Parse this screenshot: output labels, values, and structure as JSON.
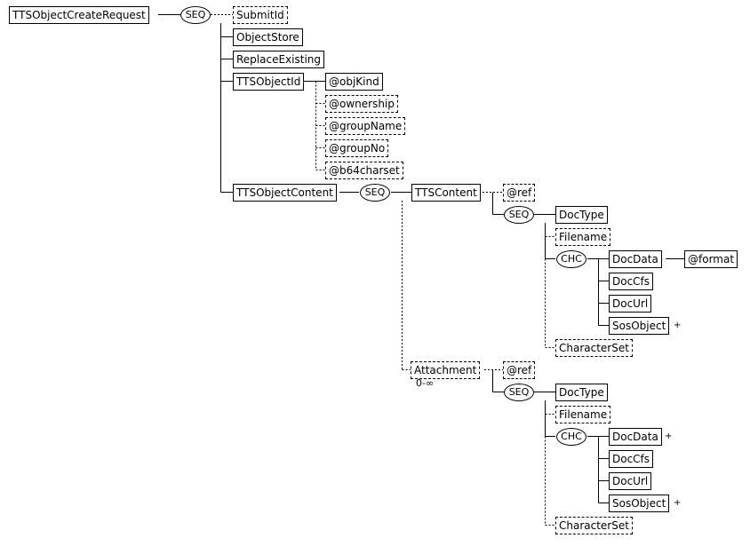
{
  "diagram": {
    "root": "TTSObjectCreateRequest",
    "root_seq": "SEQ",
    "submit_id": "SubmitId",
    "object_store": "ObjectStore",
    "replace_existing": "ReplaceExisting",
    "tts_object_id": "TTSObjectId",
    "obj_kind": "@objKind",
    "ownership": "@ownership",
    "group_name": "@groupName",
    "group_no": "@groupNo",
    "b64charset": "@b64charset",
    "tts_object_content": "TTSObjectContent",
    "content_seq": "SEQ",
    "tts_content": {
      "label": "TTSContent",
      "ref": "@ref",
      "seq": "SEQ",
      "doc_type": "DocType",
      "filename": "Filename",
      "chc": "CHC",
      "doc_data": "DocData",
      "format": "@format",
      "doc_cfs": "DocCfs",
      "doc_url": "DocUrl",
      "sos_object": "SosObject",
      "sos_marker": "+",
      "character_set": "CharacterSet"
    },
    "attachment": {
      "label": "Attachment",
      "occurrence": "0-∞",
      "ref": "@ref",
      "seq": "SEQ",
      "doc_type": "DocType",
      "filename": "Filename",
      "chc": "CHC",
      "doc_data": "DocData",
      "doc_data_marker": "+",
      "doc_cfs": "DocCfs",
      "doc_url": "DocUrl",
      "sos_object": "SosObject",
      "sos_marker": "+",
      "character_set": "CharacterSet"
    }
  }
}
